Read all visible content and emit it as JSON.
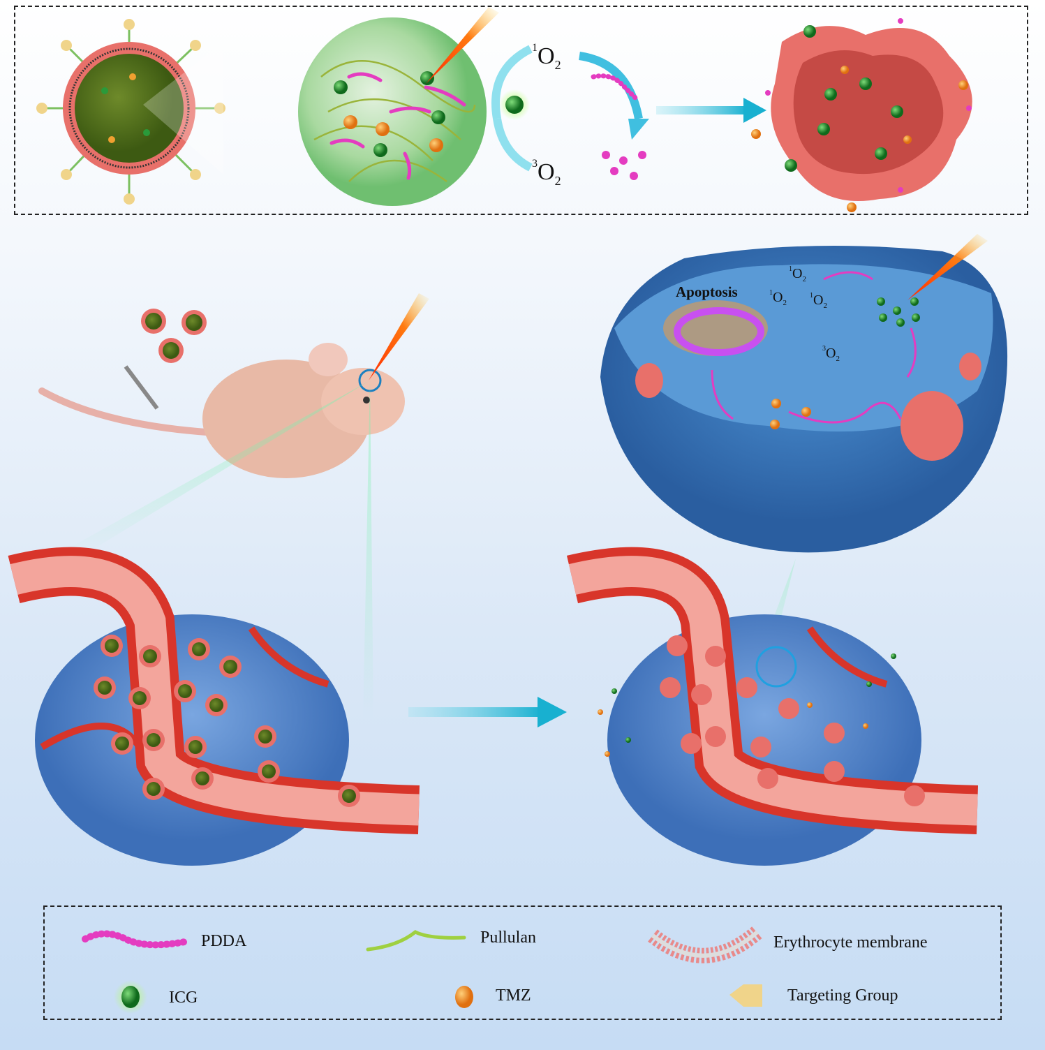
{
  "mechanism": {
    "singlet_oxygen": {
      "sup": "1",
      "base": "O",
      "sub": "2"
    },
    "triplet_oxygen": {
      "sup": "3",
      "base": "O",
      "sub": "2"
    }
  },
  "cell": {
    "apoptosis_label": "Apoptosis",
    "singlet_oxygen": {
      "sup": "1",
      "base": "O",
      "sub": "2"
    },
    "triplet_oxygen": {
      "sup": "3",
      "base": "O",
      "sub": "2"
    }
  },
  "legend": {
    "items": [
      {
        "label": "PDDA",
        "icon": "pdda-chain-icon"
      },
      {
        "label": "Pullulan",
        "icon": "pullulan-strand-icon"
      },
      {
        "label": "Erythrocyte membrane",
        "icon": "membrane-icon"
      },
      {
        "label": "ICG",
        "icon": "icg-sphere-icon"
      },
      {
        "label": "TMZ",
        "icon": "tmz-sphere-icon"
      },
      {
        "label": "Targeting Group",
        "icon": "targeting-group-icon"
      }
    ]
  },
  "colors": {
    "membrane": "#e8706a",
    "icg": "#1f8a2a",
    "tmz": "#f28a1a",
    "pdda": "#e43cc0",
    "pullulan": "#9fd040",
    "arrow": "#29b6d6",
    "cell": "#3f7fc4",
    "vessel": "#d8352a"
  }
}
